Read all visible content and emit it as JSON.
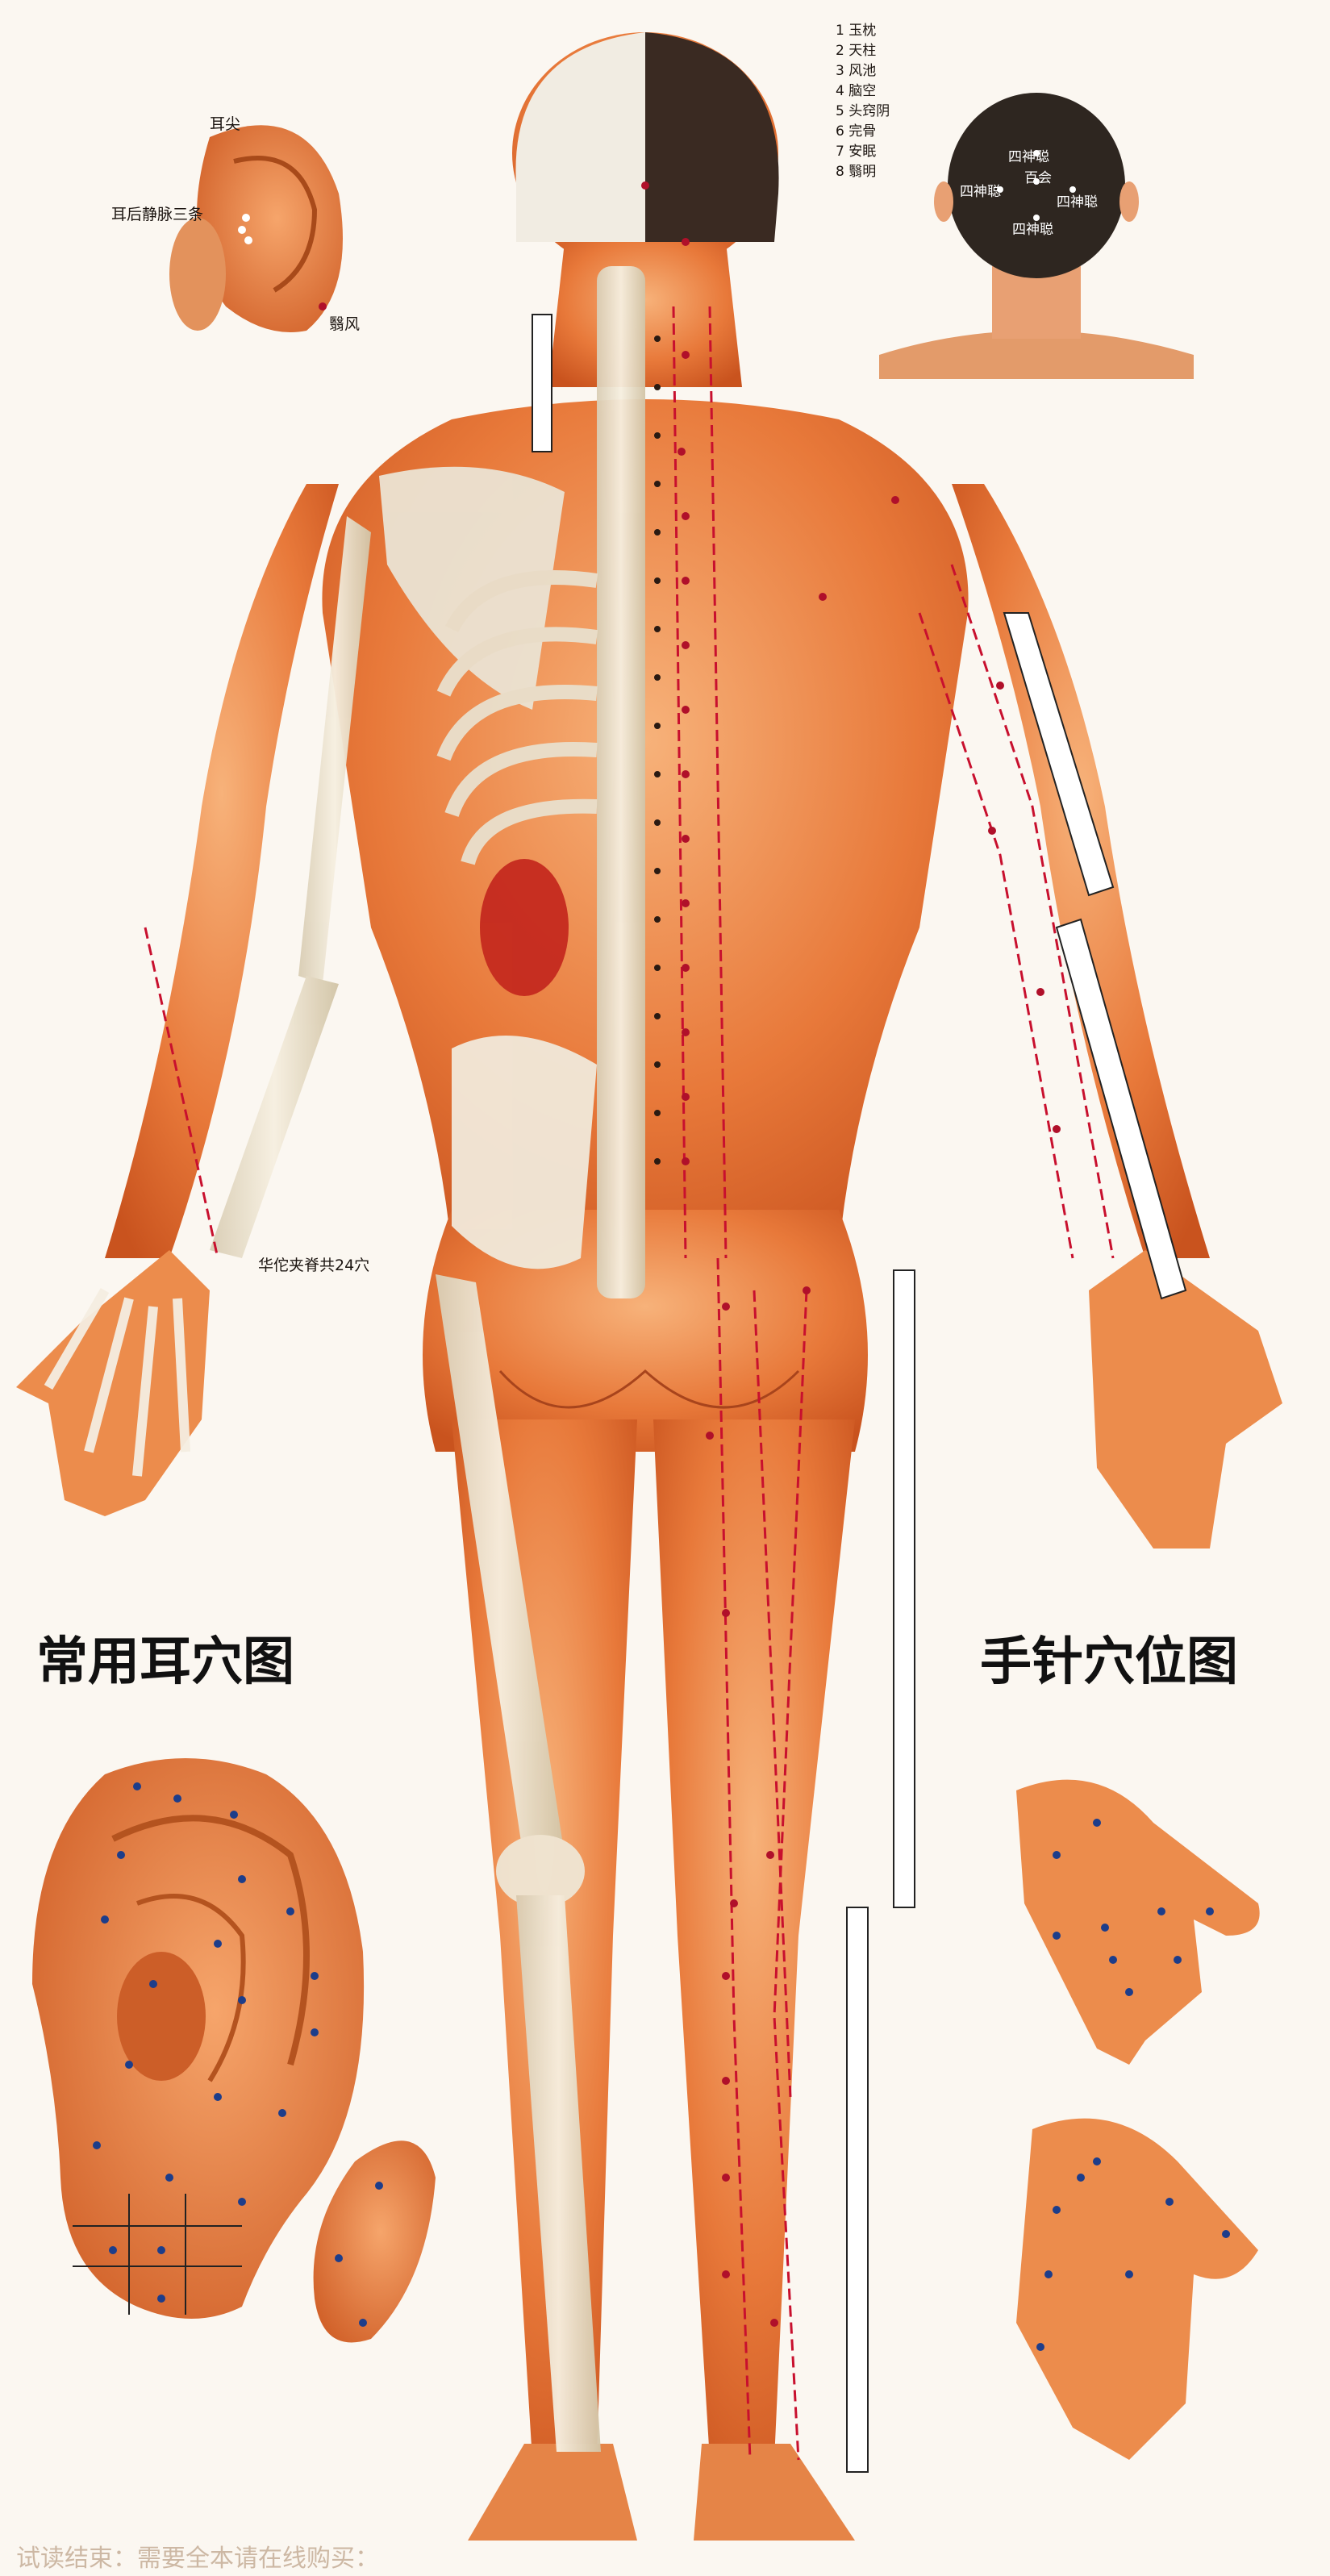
{
  "titles": {
    "left": "常用耳穴图",
    "right": "手针穴位图"
  },
  "legend_list": [
    "1 玉枕",
    "2 天柱",
    "3 风池",
    "4 脑空",
    "5 头窍阴",
    "6 完骨",
    "7 安眠",
    "8 翳明"
  ],
  "ear_upper_labels": [
    "耳尖",
    "耳后静脉三条",
    "翳风"
  ],
  "head_back_labels": [
    "四神聪",
    "四神聪",
    "百会",
    "四神聪",
    "四神聪"
  ],
  "huatuo_note": "华佗夹脊共24穴",
  "notice": "试读结束：需要全本请在线购买：",
  "colors": {
    "skin": "#e8793a",
    "skin_light": "#f4a36a",
    "bone": "#efe6d4",
    "meridian": "#c8102e",
    "point": "#b0102a"
  }
}
